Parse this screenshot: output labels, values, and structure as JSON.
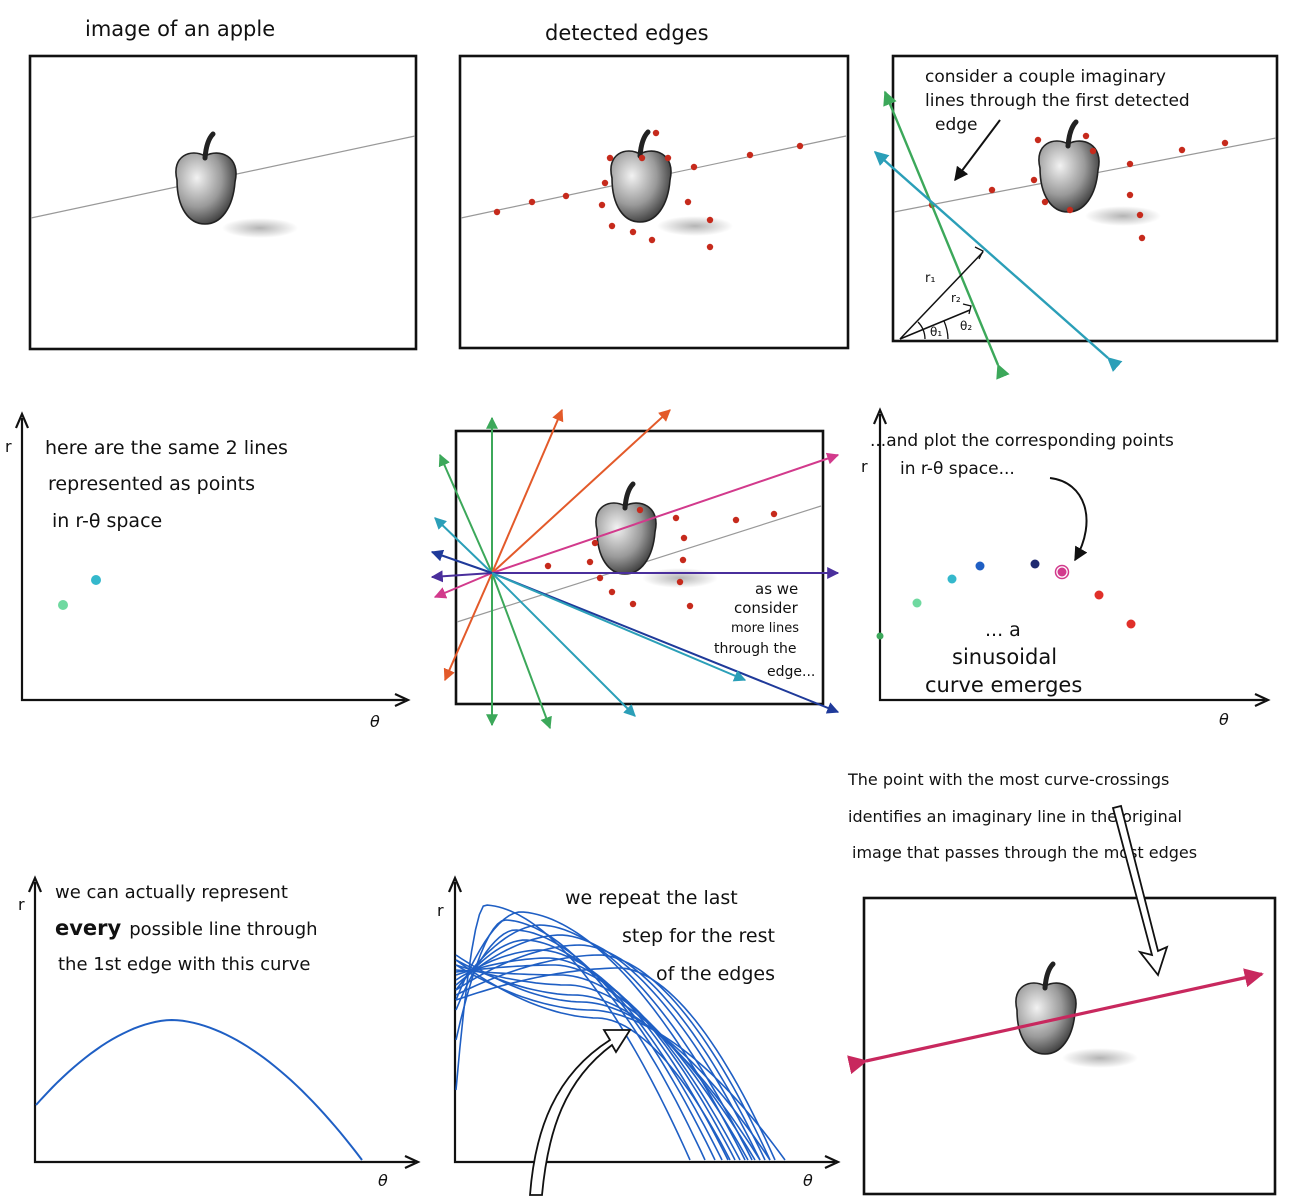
{
  "labels": {
    "title_image": "image of an apple",
    "title_edges": "detected edges",
    "consider_line1": "consider a couple imaginary",
    "consider_line2": "lines through the first detected",
    "consider_line3": "edge",
    "r1": "r₁",
    "r2": "r₂",
    "theta1": "θ₁",
    "theta2": "θ₂",
    "axis_r": "r",
    "axis_theta": "θ",
    "same_lines_1": "here are the same 2 lines",
    "same_lines_2": "represented as points",
    "same_lines_3": "in r-θ space",
    "as_we_1": "as we",
    "as_we_2": "consider",
    "as_we_3": "more lines",
    "as_we_4": "through the",
    "as_we_5": "edge...",
    "plot_1": "...and plot the corresponding points",
    "plot_2": "in r-θ space...",
    "sinus_1": "... a",
    "sinus_2": "sinusoidal",
    "sinus_3": "curve emerges",
    "every_1": "we can actually represent",
    "every_bold": "every",
    "every_2": "possible line through",
    "every_3": "the 1st edge with this curve",
    "repeat_1": "we repeat the last",
    "repeat_2": "step for the rest",
    "repeat_3": "of the edges",
    "point_1": "The point with the most curve-crossings",
    "point_2": "identifies an imaginary line in the original",
    "point_3": "image that passes through the most edges"
  },
  "colors": {
    "edge_dot": "#c62a1c",
    "curve_blue": "#1f5fc4",
    "green": "#3ca85a",
    "teal": "#2b9fb8",
    "magenta": "#d23a8c",
    "orange": "#e35a2a",
    "navy": "#1f3a9a",
    "purple": "#4a2f9c",
    "final_line": "#c8285e"
  }
}
